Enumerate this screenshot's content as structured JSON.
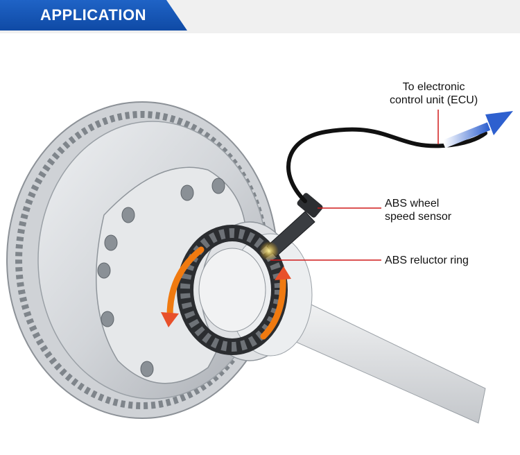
{
  "header": {
    "title": "APPLICATION",
    "accent_color": "#1654b8"
  },
  "diagram": {
    "subject": "ABS wheel speed sensor installed at wheel hub",
    "labels": {
      "ecu_line1": "To electronic",
      "ecu_line2": "control unit (ECU)",
      "sensor_line1": "ABS wheel",
      "sensor_line2": "speed sensor",
      "ring": "ABS reluctor ring"
    },
    "colors": {
      "leader_line": "#d11a1a",
      "cable": "#111111",
      "rotation_arrow": "#f07a10",
      "signal_arrow": "#3b6fd6",
      "metal": "#d7d9dc"
    },
    "icons": [
      "brake-disc",
      "wheel-hub",
      "reluctor-ring",
      "speed-sensor",
      "signal-arrow-icon",
      "rotation-arrow-icon"
    ]
  }
}
